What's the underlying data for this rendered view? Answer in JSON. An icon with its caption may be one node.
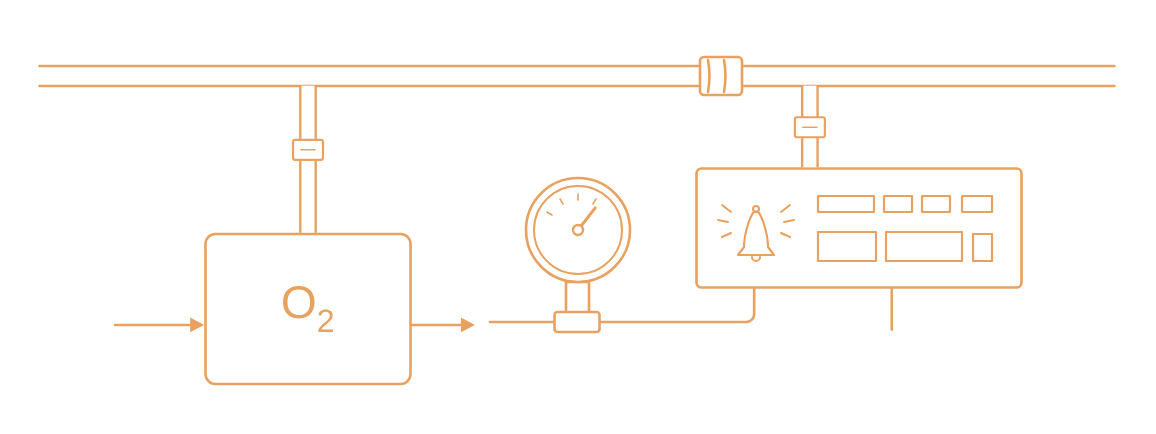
{
  "diagram": {
    "nodes": [
      {
        "text": [],
        "shape": "bar"
      },
      {
        "text": [
          "O$_{2}$"
        ]
      },
      {
        "text": [],
        "shape": "gauge"
      },
      {
        "text": [],
        "shape": "box"
      }
    ],
    "edges": [
      {
        "from": null,
        "to": 1,
        "arrow": "to"
      },
      {
        "from": 1,
        "to": null,
        "arrow": "to"
      },
      {
        "from": null,
        "to": 2,
        "arrow": "none"
      },
      {
        "from": 2,
        "to": 3,
        "arrow": "none"
      },
      {
        "from": 3,
        "to": null,
        "arrow": "none"
      },
      {
        "from": 0,
        "to": 1,
        "arrow": "none",
        "style": "thick"
      },
      {
        "from": 0,
        "to": 3,
        "arrow": "none",
        "style": "thick"
      }
    ]
  }
}
